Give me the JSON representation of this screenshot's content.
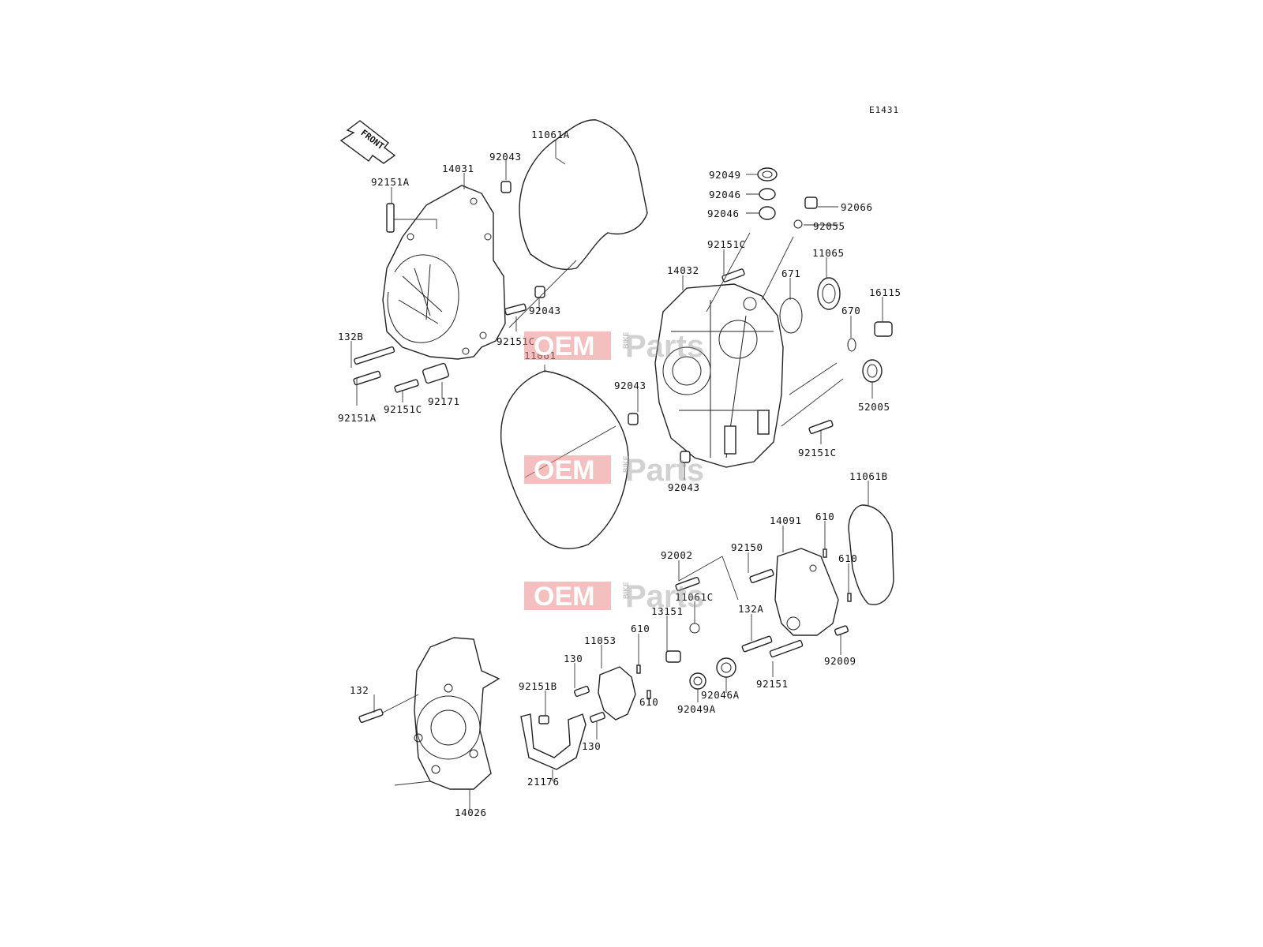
{
  "diagram_ref": "E1431",
  "front_label": "FRONT",
  "watermark": {
    "left": "OEM",
    "middle": "BIKE",
    "right": "Parts"
  },
  "callouts": [
    {
      "id": "11061A",
      "text": "11061A"
    },
    {
      "id": "92043a",
      "text": "92043"
    },
    {
      "id": "14031",
      "text": "14031"
    },
    {
      "id": "92151A_top",
      "text": "92151A"
    },
    {
      "id": "92043b",
      "text": "92043"
    },
    {
      "id": "92151C_left",
      "text": "92151C"
    },
    {
      "id": "132B",
      "text": "132B"
    },
    {
      "id": "92151A_bot",
      "text": "92151A"
    },
    {
      "id": "92151C_bot",
      "text": "92151C"
    },
    {
      "id": "92171",
      "text": "92171"
    },
    {
      "id": "11061",
      "text": "11061"
    },
    {
      "id": "92043c",
      "text": "92043"
    },
    {
      "id": "92043d",
      "text": "92043"
    },
    {
      "id": "92049",
      "text": "92049"
    },
    {
      "id": "92046a",
      "text": "92046"
    },
    {
      "id": "92046b",
      "text": "92046"
    },
    {
      "id": "92066",
      "text": "92066"
    },
    {
      "id": "92055",
      "text": "92055"
    },
    {
      "id": "92151C_mid",
      "text": "92151C"
    },
    {
      "id": "14032",
      "text": "14032"
    },
    {
      "id": "671",
      "text": "671"
    },
    {
      "id": "11065",
      "text": "11065"
    },
    {
      "id": "670",
      "text": "670"
    },
    {
      "id": "16115",
      "text": "16115"
    },
    {
      "id": "52005",
      "text": "52005"
    },
    {
      "id": "92151C_right",
      "text": "92151C"
    },
    {
      "id": "11061B",
      "text": "11061B"
    },
    {
      "id": "14091",
      "text": "14091"
    },
    {
      "id": "610a",
      "text": "610"
    },
    {
      "id": "610b",
      "text": "610"
    },
    {
      "id": "92002",
      "text": "92002"
    },
    {
      "id": "92150",
      "text": "92150"
    },
    {
      "id": "11061C",
      "text": "11061C"
    },
    {
      "id": "13151",
      "text": "13151"
    },
    {
      "id": "132A",
      "text": "132A"
    },
    {
      "id": "92009",
      "text": "92009"
    },
    {
      "id": "11053",
      "text": "11053"
    },
    {
      "id": "610c",
      "text": "610"
    },
    {
      "id": "130a",
      "text": "130"
    },
    {
      "id": "92151B",
      "text": "92151B"
    },
    {
      "id": "610d",
      "text": "610"
    },
    {
      "id": "130b",
      "text": "130"
    },
    {
      "id": "92046A",
      "text": "92046A"
    },
    {
      "id": "92049A",
      "text": "92049A"
    },
    {
      "id": "92151",
      "text": "92151"
    },
    {
      "id": "132",
      "text": "132"
    },
    {
      "id": "21176",
      "text": "21176"
    },
    {
      "id": "14026",
      "text": "14026"
    }
  ]
}
